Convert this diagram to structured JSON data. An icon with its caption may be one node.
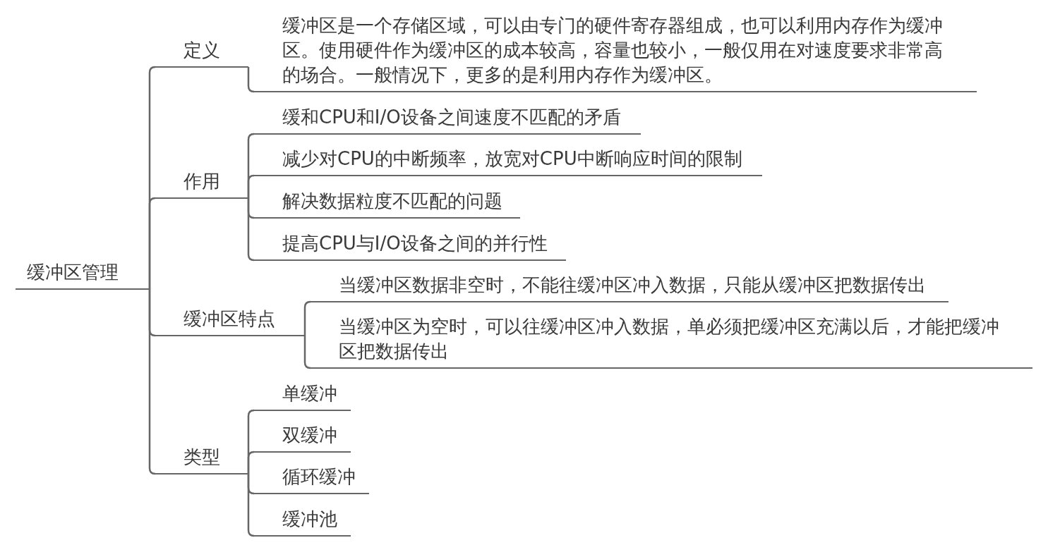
{
  "diagram": {
    "nodes": [
      {
        "text": [
          "缓冲区管理"
        ]
      },
      {
        "text": [
          "定义"
        ]
      },
      {
        "text": [
          "作用"
        ]
      },
      {
        "text": [
          "缓冲区特点"
        ]
      },
      {
        "text": [
          "类型"
        ]
      },
      {
        "text": [
          "缓冲区是一个存储区域，可以由专门的硬件寄存器组成，也可以利用内存作为缓冲区。使用硬件作为缓冲区的成本较高，容量也较小，一般仅用在对速度要求非常高的场合。一般情况下，更多的是利用内存作为缓冲区。"
        ]
      },
      {
        "text": [
          "缓和CPU和I/O设备之间速度不匹配的矛盾"
        ]
      },
      {
        "text": [
          "减少对CPU的中断频率，放宽对CPU中断响应时间的限制"
        ]
      },
      {
        "text": [
          "解决数据粒度不匹配的问题"
        ]
      },
      {
        "text": [
          "提高CPU与I/O设备之间的并行性"
        ]
      },
      {
        "text": [
          "当缓冲区数据非空时，不能往缓冲区冲入数据，只能从缓冲区把数据传出"
        ]
      },
      {
        "text": [
          "当缓冲区为空时，可以往缓冲区冲入数据，单必须把缓冲区充满以后，才能把缓冲区把数据传出"
        ]
      },
      {
        "text": [
          "单缓冲"
        ]
      },
      {
        "text": [
          "双缓冲"
        ]
      },
      {
        "text": [
          "循环缓冲"
        ]
      },
      {
        "text": [
          "缓冲池"
        ]
      }
    ],
    "edges": [
      {
        "from": 0,
        "to": 1,
        "arrow": "none"
      },
      {
        "from": 0,
        "to": 2,
        "arrow": "none"
      },
      {
        "from": 0,
        "to": 3,
        "arrow": "none"
      },
      {
        "from": 0,
        "to": 4,
        "arrow": "none"
      },
      {
        "from": 1,
        "to": 5,
        "arrow": "none"
      },
      {
        "from": 2,
        "to": 6,
        "arrow": "none"
      },
      {
        "from": 2,
        "to": 7,
        "arrow": "none"
      },
      {
        "from": 2,
        "to": 8,
        "arrow": "none"
      },
      {
        "from": 2,
        "to": 9,
        "arrow": "none"
      },
      {
        "from": 3,
        "to": 10,
        "arrow": "none"
      },
      {
        "from": 3,
        "to": 11,
        "arrow": "none"
      },
      {
        "from": 4,
        "to": 12,
        "arrow": "none"
      },
      {
        "from": 4,
        "to": 13,
        "arrow": "none"
      },
      {
        "from": 4,
        "to": 14,
        "arrow": "none"
      },
      {
        "from": 4,
        "to": 15,
        "arrow": "none"
      }
    ]
  }
}
